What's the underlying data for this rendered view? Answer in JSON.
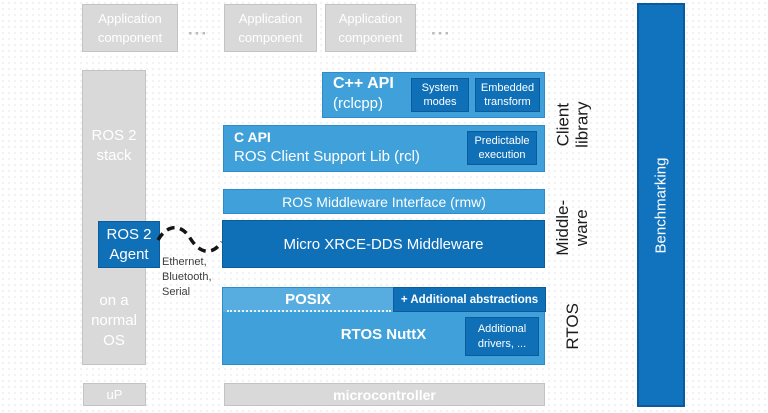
{
  "top_row": {
    "boxes": [
      "Application\ncomponent",
      "Application\ncomponent",
      "Application\ncomponent"
    ],
    "ellipsis1": "···",
    "ellipsis2": "···"
  },
  "left_column": {
    "top_label": "ROS 2\nstack",
    "bottom_label": "on a\nnormal\nOS",
    "up_label": "uP"
  },
  "agent": {
    "label": "ROS 2\nAgent",
    "transports": "Ethernet,\nBluetooth,\nSerial"
  },
  "client_library": {
    "side_label": "Client\nlibrary",
    "cpp_api": {
      "title": "C++ API",
      "subtitle": "(rclcpp)",
      "chip1": "System\nmodes",
      "chip2": "Embedded\ntransform"
    },
    "c_api": {
      "title": "C API",
      "subtitle": "ROS Client Support Lib (rcl)",
      "chip": "Predictable\nexecution"
    }
  },
  "middleware": {
    "side_label": "Middle-\nware",
    "rmw_label": "ROS Middleware Interface (rmw)",
    "xrce_label": "Micro XRCE-DDS Middleware"
  },
  "rtos": {
    "side_label": "RTOS",
    "posix_label": "POSIX",
    "abstractions_label": "+ Additional abstractions",
    "nuttx_label": "RTOS NuttX",
    "drivers_label": "Additional\ndrivers, ..."
  },
  "bottom_row": {
    "microcontroller_label": "microcontroller"
  },
  "benchmarking": {
    "label": "Benchmarking"
  },
  "colors": {
    "light_blue": "#3fa0da",
    "lighter_blue": "#58ade0",
    "dark_blue": "#0f70b8",
    "benchmark_blue": "#1173bd",
    "box_gray": "#d9d9d9"
  }
}
